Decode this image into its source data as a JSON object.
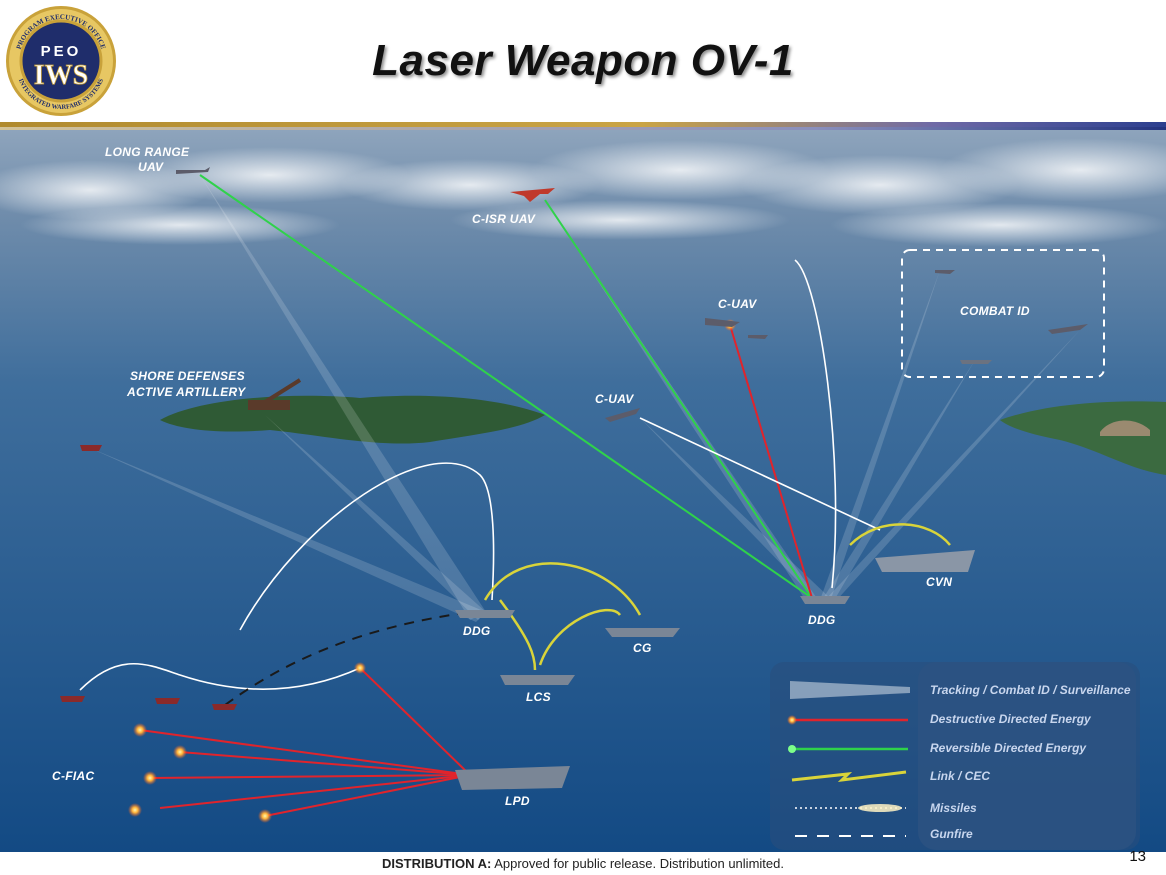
{
  "slide": {
    "title": "Laser Weapon OV-1",
    "page_number": "13",
    "footer_bold": "DISTRIBUTION A:",
    "footer_text": " Approved for public release. Distribution unlimited."
  },
  "logo": {
    "text_main": "IWS",
    "text_top": "PEO",
    "ring_text_top": "PROGRAM EXECUTIVE OFFICE",
    "ring_text_bottom": "INTEGRATED WARFARE SYSTEMS",
    "colors": {
      "gold": "#c9a23a",
      "navy": "#1f2d6b"
    }
  },
  "labels": {
    "long_range_uav_1": "LONG RANGE",
    "long_range_uav_2": "UAV",
    "c_isr_uav": "C-ISR UAV",
    "c_uav_top": "C-UAV",
    "c_uav_mid": "C-UAV",
    "combat_id": "COMBAT ID",
    "shore_1": "SHORE DEFENSES",
    "shore_2": "ACTIVE ARTILLERY",
    "ddg_left": "DDG",
    "ddg_right": "DDG",
    "cg": "CG",
    "lcs": "LCS",
    "cvn": "CVN",
    "c_fiac": "C-FIAC",
    "lpd": "LPD"
  },
  "legend": {
    "items": [
      {
        "label": "Tracking / Combat ID / Surveillance",
        "icon": "tracking-beam-icon"
      },
      {
        "label": "Destructive Directed Energy",
        "icon": "red-laser-icon"
      },
      {
        "label": "Reversible Directed Energy",
        "icon": "green-laser-icon"
      },
      {
        "label": "Link / CEC",
        "icon": "lightning-link-icon"
      },
      {
        "label": "Missiles",
        "icon": "missile-trail-icon"
      },
      {
        "label": "Gunfire",
        "icon": "gunfire-dashes-icon"
      }
    ]
  },
  "colors": {
    "destructive": "#e0242c",
    "reversible": "#2fd24a",
    "link": "#d9d43a",
    "sea_top": "#5f7f9f",
    "sea_bottom": "#184f86"
  }
}
